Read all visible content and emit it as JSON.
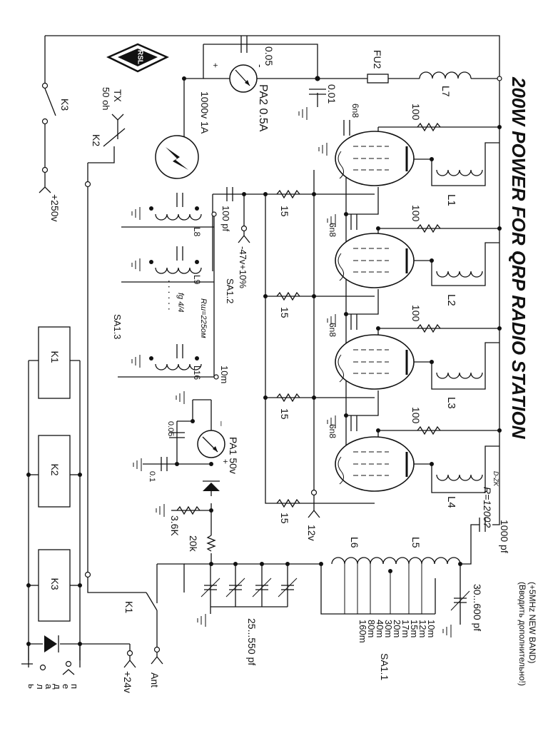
{
  "title": "200W POWER FOR QRP RADIO STATION",
  "logo": {
    "text": "RSL"
  },
  "note_band": "(+5MHz NEW BAND)",
  "note_band_ru": "(Вводить дополнительно!)",
  "handwritten": {
    "rw": "Rш=225ом",
    "fg": "fg 4/4",
    "r1200": "R=1200?",
    "initials": "D-ZK"
  },
  "labels": {
    "k3": "K3",
    "k2": "K2",
    "k1_sw": "K1",
    "tx": "TX",
    "ohm": "50 oh",
    "v250": "+250v",
    "v24": "+24v",
    "v12": "12v",
    "ant": "Ant",
    "v1000": "1000v 1A",
    "c005_top": "0.05",
    "c001": "0.01",
    "pa2": "PA2 0.5A",
    "fu2": "FU2",
    "l7": "L7",
    "c100pf": "100 pf",
    "bias": "-47v+10%",
    "sa12": "SA1.2",
    "sa13": "SA1.3",
    "sa11": "SA1.1",
    "l8": "L8",
    "l9": "L9",
    "l16": "L16",
    "m10": "10m",
    "c005_pa1": "0.05",
    "pa1": "PA1 50v",
    "pa1_minus": "_",
    "pa1_plus": "+",
    "c01": "0.1",
    "r36k": "3.6K",
    "r20k": "20k",
    "c25_550": "25...550 pf",
    "c30_600": "30...600 pf",
    "c1000pf": "1000 pf",
    "l5": "L5",
    "l6": "L6",
    "pedal": [
      "п",
      "е",
      "д",
      "а",
      "л",
      "ь"
    ],
    "k_boxes": [
      "K1",
      "K2",
      "K3"
    ]
  },
  "stages": [
    {
      "cap": "6n8",
      "r_grid": "15",
      "r_screen": "100",
      "coil": "L1"
    },
    {
      "cap": "6n8",
      "r_grid": "15",
      "r_screen": "100",
      "coil": "L2"
    },
    {
      "cap": "6n8",
      "r_grid": "15",
      "r_screen": "100",
      "coil": "L3"
    },
    {
      "cap": "6n8",
      "r_grid": "15",
      "r_screen": "100",
      "coil": "L4"
    }
  ],
  "bands": [
    "10m",
    "12m",
    "15m",
    "17m",
    "20m",
    "30m",
    "40m",
    "80m",
    "160m"
  ]
}
